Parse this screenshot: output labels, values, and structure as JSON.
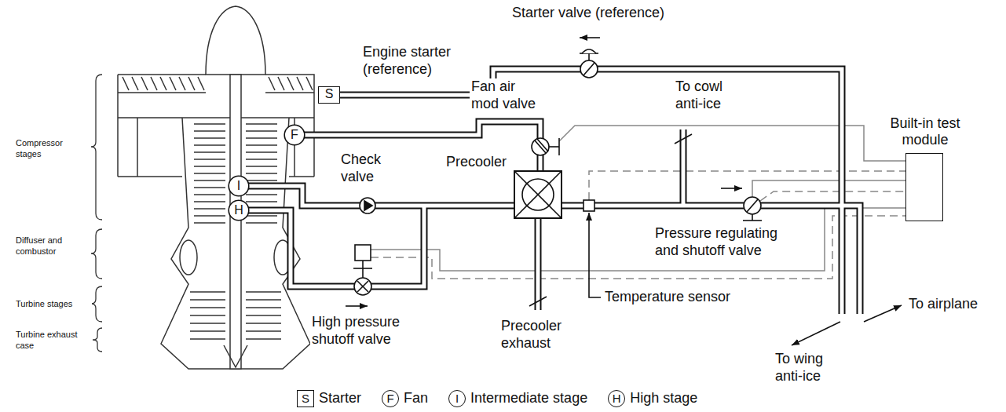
{
  "diagram": {
    "nodes": [
      {
        "text": [
          "S"
        ]
      },
      {
        "text": [
          "F"
        ]
      },
      {
        "text": [
          "I"
        ]
      },
      {
        "text": [
          "H"
        ]
      },
      {
        "text": [
          "Built-in test module"
        ]
      }
    ],
    "labels": [
      "Starter valve (reference)",
      "Engine starter (reference)",
      "Fan air mod valve",
      "To cowl anti-ice",
      "Check valve",
      "Precooler",
      "Compressor stages",
      "Diffuser and combustor",
      "Turbine stages",
      "Turbine exhaust case",
      "Pressure regulating and shutoff valve",
      "Temperature sensor",
      "High pressure shutoff valve",
      "Precooler exhaust",
      "To airplane",
      "To wing anti-ice",
      "S",
      "F",
      "I",
      "H"
    ],
    "legend": [
      {
        "text": "Starter"
      },
      {
        "text": "Fan"
      },
      {
        "text": "Intermediate stage"
      },
      {
        "text": "High stage"
      }
    ]
  }
}
